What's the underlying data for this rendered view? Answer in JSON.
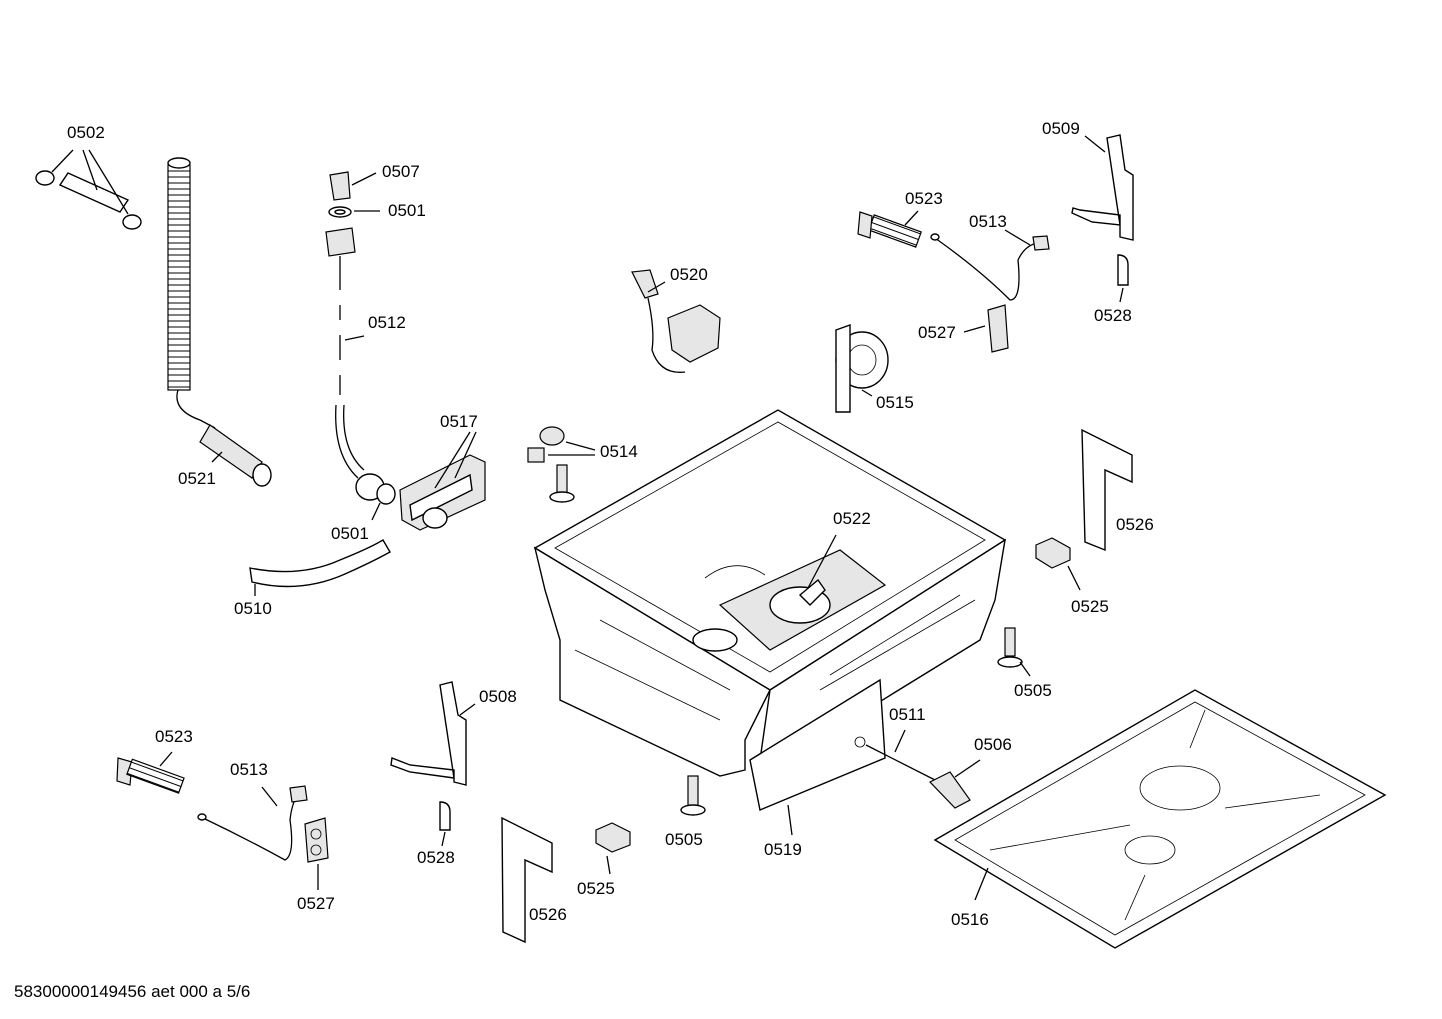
{
  "colors": {
    "line": "#000000",
    "background": "#ffffff",
    "shade": "#e6e6e6"
  },
  "labels": {
    "p0502": "0502",
    "p0507": "0507",
    "p0501_top": "0501",
    "p0512": "0512",
    "p0517": "0517",
    "p0521": "0521",
    "p0501_bottom": "0501",
    "p0510": "0510",
    "p0520": "0520",
    "p0514": "0514",
    "p0522": "0522",
    "p0523_top": "0523",
    "p0513_top": "0513",
    "p0509": "0509",
    "p0528_top": "0528",
    "p0527_top": "0527",
    "p0515": "0515",
    "p0526_right": "0526",
    "p0525_right": "0525",
    "p0505_right": "0505",
    "p0511": "0511",
    "p0506": "0506",
    "p0516": "0516",
    "p0519": "0519",
    "p0505_bottom": "0505",
    "p0525_bottom": "0525",
    "p0526_bottom": "0526",
    "p0528_bottom": "0528",
    "p0508": "0508",
    "p0527_bottom": "0527",
    "p0513_bottom": "0513",
    "p0523_bottom": "0523"
  },
  "footer": {
    "text": "58300000149456 aet 000 a 5/6"
  }
}
